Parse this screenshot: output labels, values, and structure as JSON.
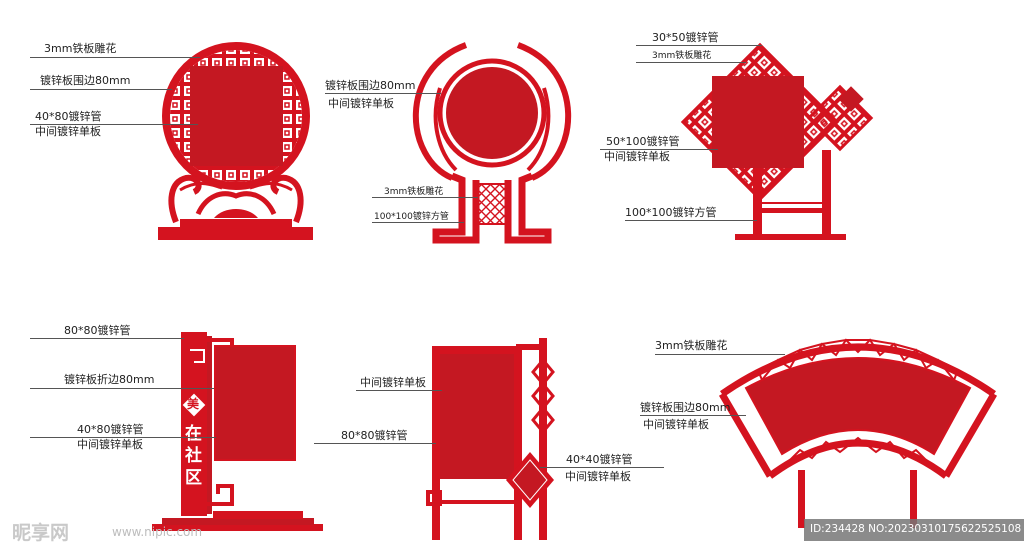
{
  "colors": {
    "red": "#d4131f",
    "dark_red": "#c41822",
    "line": "#555555"
  },
  "labels": {
    "s1_decor": "3mm铁板雕花",
    "s1_frame": "镀锌板围边80mm",
    "s1_tube": "40*80镀锌管",
    "s1_panel": "中间镀锌单板",
    "s2_frame": "镀锌板围边80mm",
    "s2_panel": "中间镀锌单板",
    "s2_decor": "3mm铁板雕花",
    "s2_tube": "100*100镀锌方管",
    "s3_tube_top": "30*50镀锌管",
    "s3_decor": "3mm铁板雕花",
    "s3_tube_mid": "50*100镀锌管",
    "s3_panel": "中间镀锌单板",
    "s3_tube_base": "100*100镀锌方管",
    "s4_tube_top": "80*80镀锌管",
    "s4_fold": "镀锌板折边80mm",
    "s4_tube": "40*80镀锌管",
    "s4_panel": "中间镀锌单板",
    "s5_panel": "中间镀锌单板",
    "s5_tube": "80*80镀锌管",
    "s5_tube2": "40*40镀锌管",
    "s5_panel2": "中间镀锌单板",
    "s6_decor": "3mm铁板雕花",
    "s6_frame": "镀锌板围边80mm",
    "s6_panel": "中间镀锌单板"
  },
  "sign4_text": {
    "badge": "美",
    "line1": "在",
    "line2": "社",
    "line3": "区"
  },
  "watermark": {
    "brand": "昵享网",
    "url": "www.nipic.com",
    "id_text": "ID:234428 NO:20230310175622525108"
  }
}
